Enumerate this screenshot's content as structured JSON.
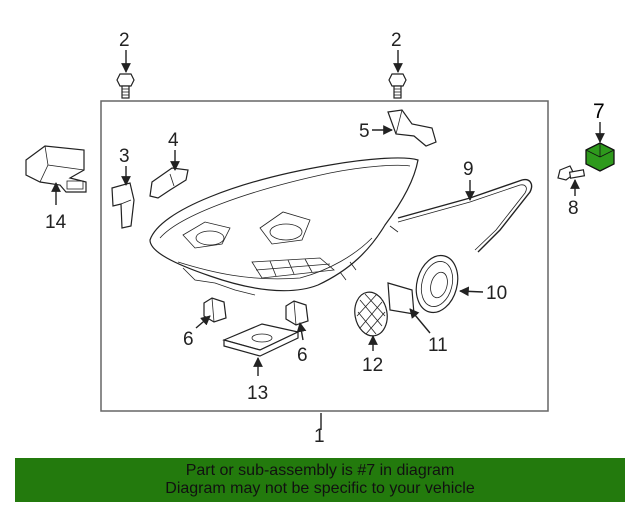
{
  "diagram": {
    "callouts": {
      "c1": "1",
      "c2a": "2",
      "c2b": "2",
      "c3": "3",
      "c4": "4",
      "c5": "5",
      "c6a": "6",
      "c6b": "6",
      "c7": "7",
      "c8": "8",
      "c9": "9",
      "c10": "10",
      "c11": "11",
      "c12": "12",
      "c13": "13",
      "c14": "14"
    },
    "highlighted_part": "7",
    "highlight_color": "#2e9a1c"
  },
  "banner": {
    "line1": "Part or sub-assembly is #7 in diagram",
    "line2": "Diagram may not be specific to your vehicle",
    "background": "#237a0d"
  }
}
